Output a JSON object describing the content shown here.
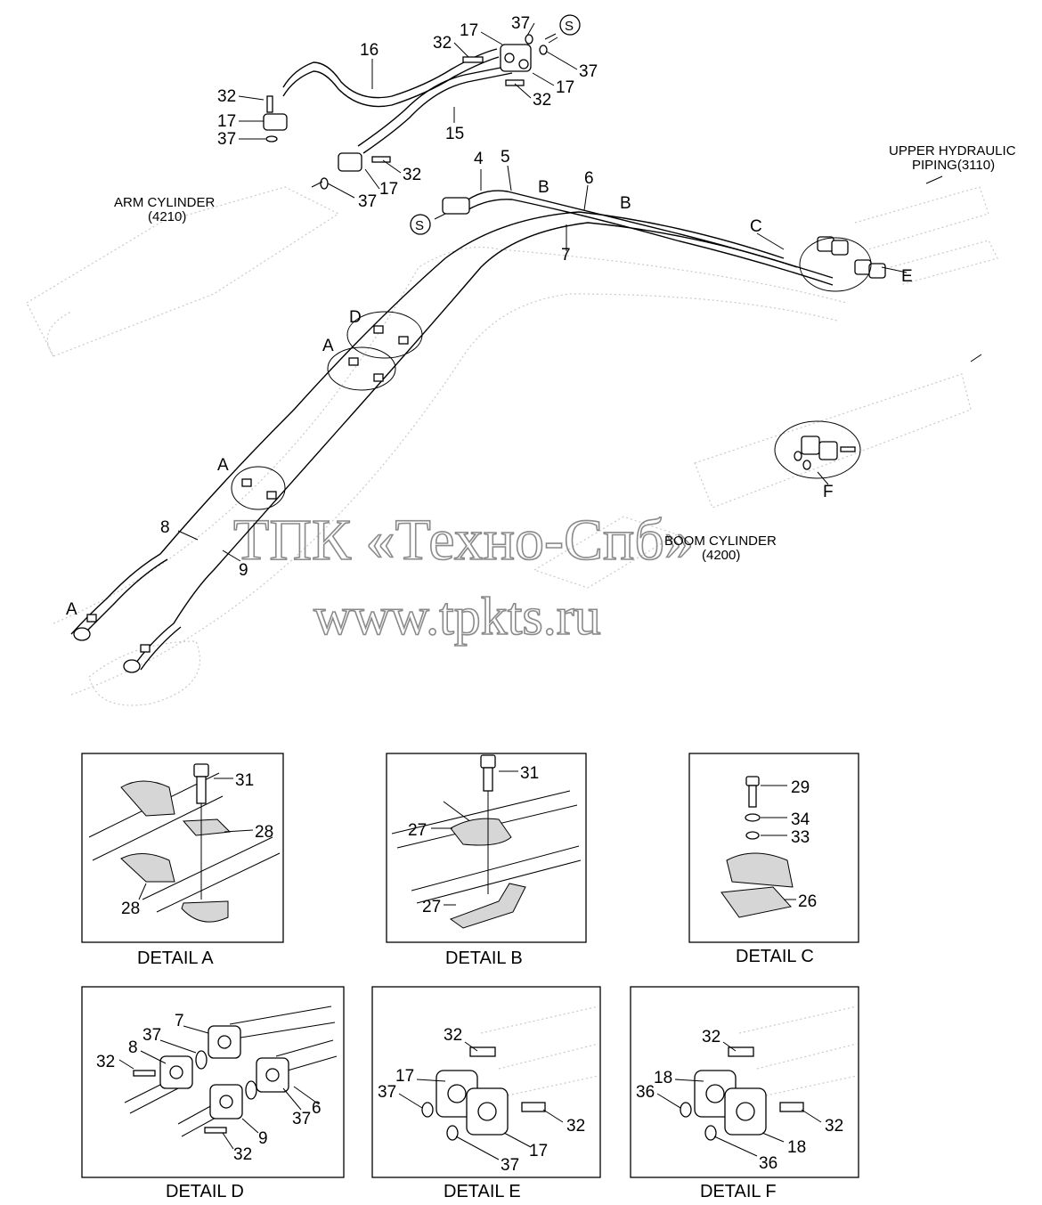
{
  "watermark": {
    "line1": "ТПК «Техно-Спб»",
    "line2": "www.tpkts.ru"
  },
  "labels": {
    "arm_cylinder": "ARM CYLINDER",
    "arm_cylinder_code": "(4210)",
    "boom_cylinder": "BOOM CYLINDER",
    "boom_cylinder_code": "(4200)",
    "upper_hydraulic": "UPPER HYDRAULIC",
    "upper_hydraulic_code": "PIPING(3110)",
    "s_marker": "S"
  },
  "main_parts": {
    "p16": "16",
    "p15": "15",
    "p4": "4",
    "p5": "5",
    "p6": "6",
    "p7": "7",
    "p8": "8",
    "p9": "9",
    "p32": "32",
    "p17": "17",
    "p37": "37"
  },
  "detail_markers": {
    "a": "A",
    "b": "B",
    "c": "C",
    "d": "D",
    "e": "E",
    "f": "F"
  },
  "details": {
    "a": {
      "caption": "DETAIL A",
      "parts": [
        "31",
        "28",
        "28"
      ]
    },
    "b": {
      "caption": "DETAIL B",
      "parts": [
        "31",
        "27",
        "27"
      ]
    },
    "c": {
      "caption": "DETAIL C",
      "parts": [
        "29",
        "34",
        "33",
        "26"
      ]
    },
    "d": {
      "caption": "DETAIL D",
      "parts": [
        "7",
        "37",
        "8",
        "32",
        "37",
        "6",
        "9",
        "32"
      ]
    },
    "e": {
      "caption": "DETAIL E",
      "parts": [
        "32",
        "17",
        "37",
        "32",
        "17",
        "37"
      ]
    },
    "f": {
      "caption": "DETAIL F",
      "parts": [
        "32",
        "18",
        "36",
        "32",
        "18",
        "36"
      ]
    }
  }
}
